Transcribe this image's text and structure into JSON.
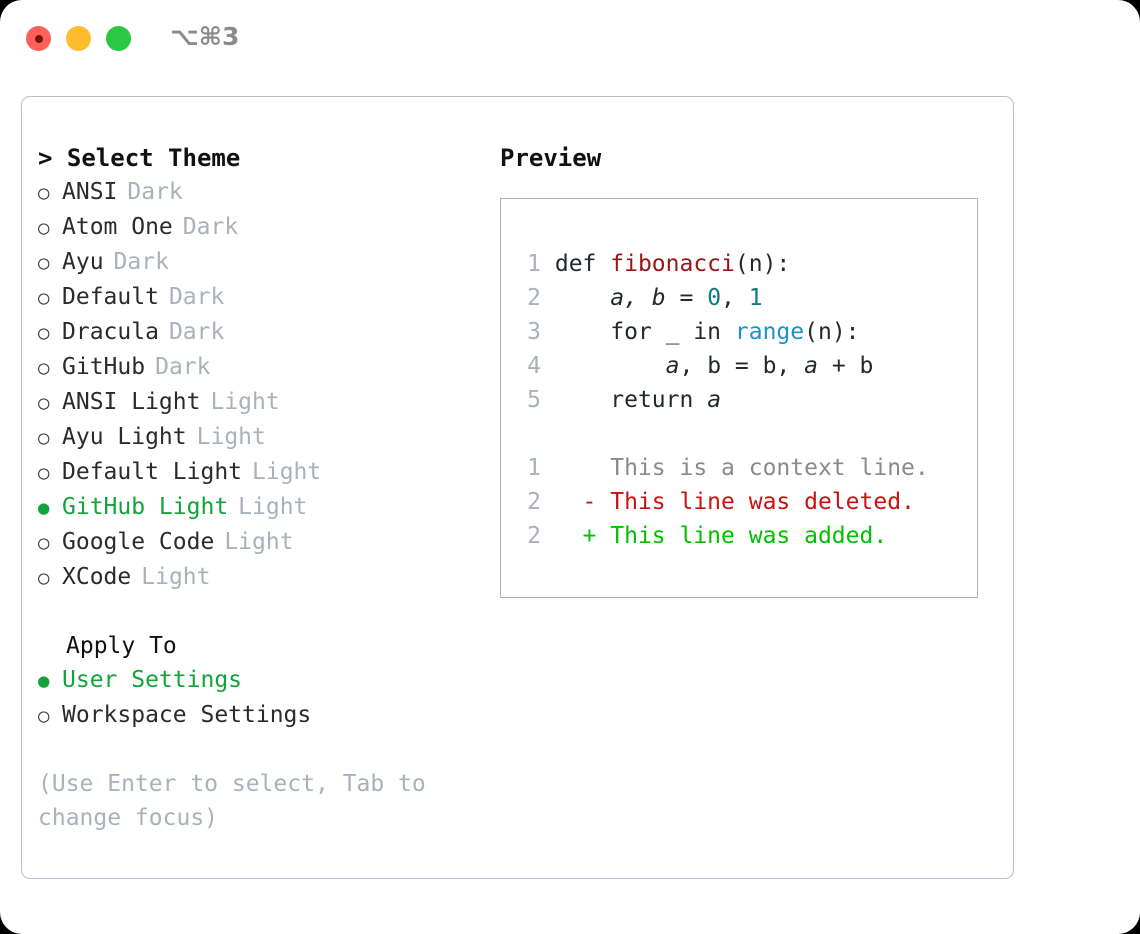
{
  "titlebar": {
    "shortcut": "⌥⌘3",
    "buttons": [
      {
        "name": "close",
        "color": "#ff6058"
      },
      {
        "name": "minimize",
        "color": "#ffbd2e"
      },
      {
        "name": "maximize",
        "color": "#28c840"
      }
    ]
  },
  "left": {
    "heading": "> Select Theme",
    "themes": [
      {
        "bullet": "○",
        "name": "ANSI",
        "category": "Dark",
        "selected": false
      },
      {
        "bullet": "○",
        "name": "Atom One",
        "category": "Dark",
        "selected": false
      },
      {
        "bullet": "○",
        "name": "Ayu",
        "category": "Dark",
        "selected": false
      },
      {
        "bullet": "○",
        "name": "Default",
        "category": "Dark",
        "selected": false
      },
      {
        "bullet": "○",
        "name": "Dracula",
        "category": "Dark",
        "selected": false
      },
      {
        "bullet": "○",
        "name": "GitHub",
        "category": "Dark",
        "selected": false
      },
      {
        "bullet": "○",
        "name": "ANSI Light",
        "category": "Light",
        "selected": false
      },
      {
        "bullet": "○",
        "name": "Ayu Light",
        "category": "Light",
        "selected": false
      },
      {
        "bullet": "○",
        "name": "Default Light",
        "category": "Light",
        "selected": false
      },
      {
        "bullet": "●",
        "name": "GitHub Light",
        "category": "Light",
        "selected": true
      },
      {
        "bullet": "○",
        "name": "Google Code",
        "category": "Light",
        "selected": false
      },
      {
        "bullet": "○",
        "name": "XCode",
        "category": "Light",
        "selected": false
      }
    ],
    "apply_to_label": "Apply To",
    "apply_to": [
      {
        "bullet": "●",
        "name": "User Settings",
        "selected": true
      },
      {
        "bullet": "○",
        "name": "Workspace Settings",
        "selected": false
      }
    ],
    "hint": "(Use Enter to select, Tab to change focus)"
  },
  "preview": {
    "title": "Preview",
    "code_lines": [
      {
        "num": "1",
        "tokens": [
          {
            "t": "def ",
            "c": "plain"
          },
          {
            "t": "fibonacci",
            "c": "fn"
          },
          {
            "t": "(n):",
            "c": "plain"
          }
        ]
      },
      {
        "num": "2",
        "tokens": [
          {
            "t": "    ",
            "c": "plain"
          },
          {
            "t": "a, b",
            "c": "ital"
          },
          {
            "t": " = ",
            "c": "plain"
          },
          {
            "t": "0",
            "c": "num"
          },
          {
            "t": ", ",
            "c": "plain"
          },
          {
            "t": "1",
            "c": "num"
          }
        ]
      },
      {
        "num": "3",
        "tokens": [
          {
            "t": "    for _ in ",
            "c": "plain"
          },
          {
            "t": "range",
            "c": "builtin"
          },
          {
            "t": "(n):",
            "c": "plain"
          }
        ]
      },
      {
        "num": "4",
        "tokens": [
          {
            "t": "        ",
            "c": "plain"
          },
          {
            "t": "a",
            "c": "ital"
          },
          {
            "t": ", b = b, ",
            "c": "plain"
          },
          {
            "t": "a",
            "c": "ital"
          },
          {
            "t": " + b",
            "c": "plain"
          }
        ]
      },
      {
        "num": "5",
        "tokens": [
          {
            "t": "    return ",
            "c": "plain"
          },
          {
            "t": "a",
            "c": "ital"
          }
        ]
      }
    ],
    "diff_lines": [
      {
        "num": "1",
        "marker": " ",
        "text": "This is a context line.",
        "kind": "ctx"
      },
      {
        "num": "2",
        "marker": "-",
        "text": "This line was deleted.",
        "kind": "del"
      },
      {
        "num": "2",
        "marker": "+",
        "text": "This line was added.",
        "kind": "add"
      }
    ]
  },
  "colors": {
    "accent_green": "#12a33a",
    "muted_gray": "#a9b1bd",
    "fn_red": "#9e1212",
    "number_teal": "#0f7b80",
    "builtin_blue": "#1b92c8",
    "diff_del_red": "#cc1111",
    "diff_add_green": "#00c000",
    "panel_border": "#b8c0cc"
  }
}
